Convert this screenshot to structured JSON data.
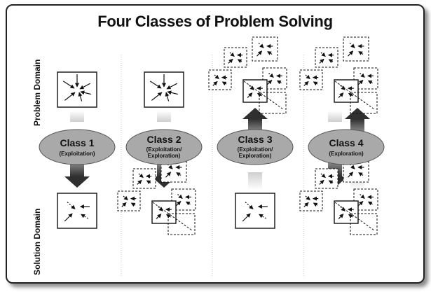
{
  "title": "Four Classes of Problem Solving",
  "axis_labels": {
    "problem": "Problem Domain",
    "solution": "Solution Domain"
  },
  "classes": [
    {
      "name": "Class 1",
      "sub": [
        "(Exploitation)"
      ],
      "flow": "down"
    },
    {
      "name": "Class 2",
      "sub": [
        "(Exploitation/",
        "Exploration)"
      ],
      "flow": "down"
    },
    {
      "name": "Class 3",
      "sub": [
        "(Exploitation/",
        "Exploration)"
      ],
      "flow": "up"
    },
    {
      "name": "Class 4",
      "sub": [
        "(Exploration)"
      ],
      "flow": "both"
    }
  ],
  "colors": {
    "ellipse": "#a9a9a9",
    "arrow_dark": "#3a3a3a",
    "frame": "#222222",
    "panel_divider": "#bbbbbb"
  }
}
